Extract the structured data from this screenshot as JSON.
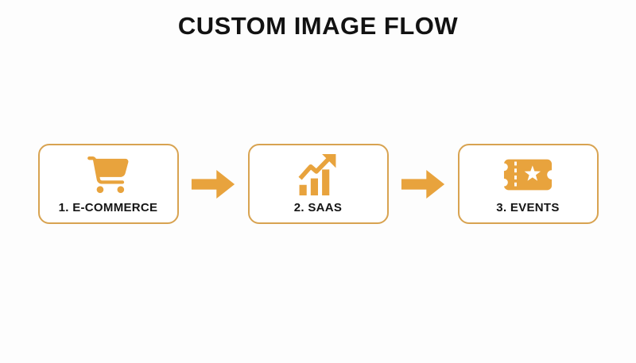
{
  "title": "CUSTOM IMAGE FLOW",
  "flow": {
    "steps": [
      {
        "label": "1. E-COMMERCE",
        "icon": "shopping-cart-icon"
      },
      {
        "label": "2. SAAS",
        "icon": "growth-chart-icon"
      },
      {
        "label": "3. EVENTS",
        "icon": "ticket-star-icon"
      }
    ],
    "connector": "arrow-right-icon"
  },
  "colors": {
    "accent": "#E8A33D",
    "border": "#D8A351",
    "title_text": "#121212",
    "label_text": "#151515",
    "background": "#FDFDFD"
  }
}
